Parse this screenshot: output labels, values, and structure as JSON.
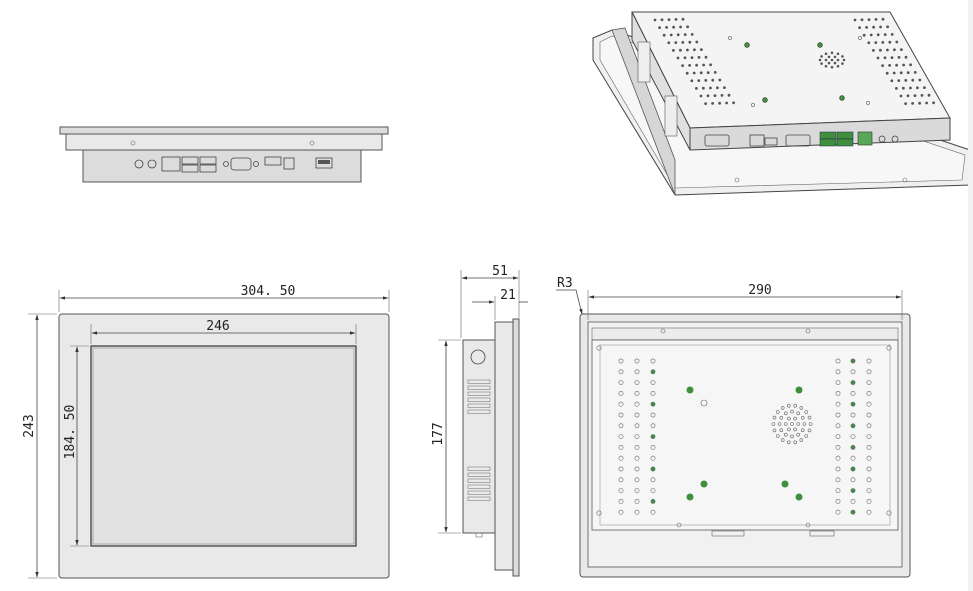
{
  "dimensions": {
    "front_width": "304. 50",
    "screen_width": "246",
    "front_height": "243",
    "screen_height": "184. 50",
    "side_depth_total": "51",
    "side_depth_body": "21",
    "side_height": "177",
    "back_width": "290",
    "corner_radius": "R3"
  },
  "colors": {
    "line": "#444444",
    "panel": "#e9e9e9",
    "green_accent": "#3f8f3f"
  }
}
